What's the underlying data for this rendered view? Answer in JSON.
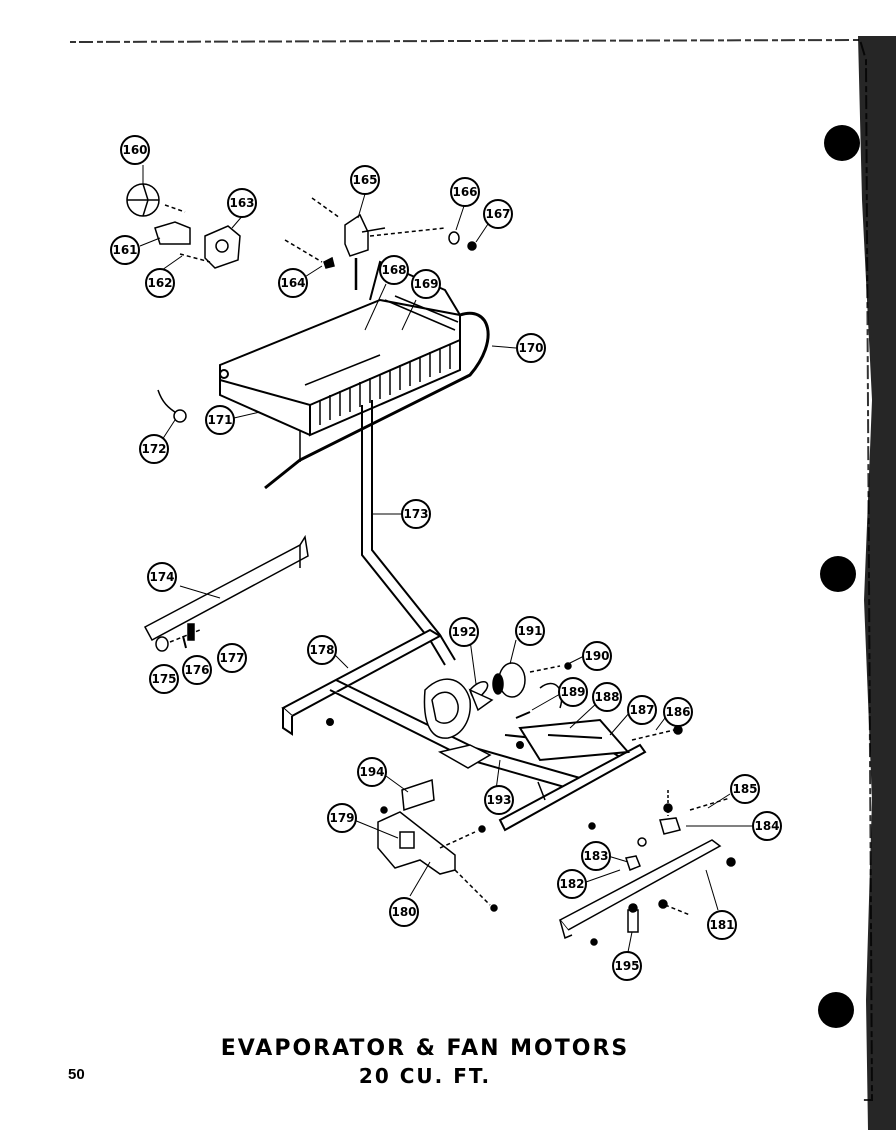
{
  "title": "EVAPORATOR & FAN MOTORS",
  "subtitle": "20 CU. FT.",
  "page_number": "50",
  "part_numbers": [
    "160",
    "161",
    "162",
    "163",
    "164",
    "165",
    "166",
    "167",
    "168",
    "169",
    "170",
    "171",
    "172",
    "173",
    "174",
    "175",
    "176",
    "177",
    "178",
    "179",
    "180",
    "181",
    "182",
    "183",
    "184",
    "185",
    "186",
    "187",
    "188",
    "189",
    "190",
    "191",
    "192",
    "193",
    "194",
    "195"
  ]
}
